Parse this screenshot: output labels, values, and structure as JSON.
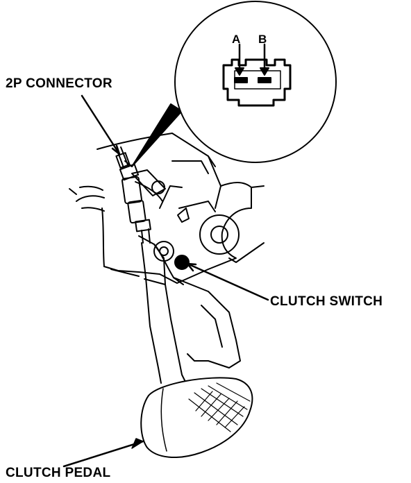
{
  "labels": {
    "connector": "2P CONNECTOR",
    "clutch_switch": "CLUTCH SWITCH",
    "clutch_pedal": "CLUTCH PEDAL",
    "terminal_a": "A",
    "terminal_b": "B"
  },
  "colors": {
    "ink": "#000000",
    "paper": "#ffffff"
  }
}
